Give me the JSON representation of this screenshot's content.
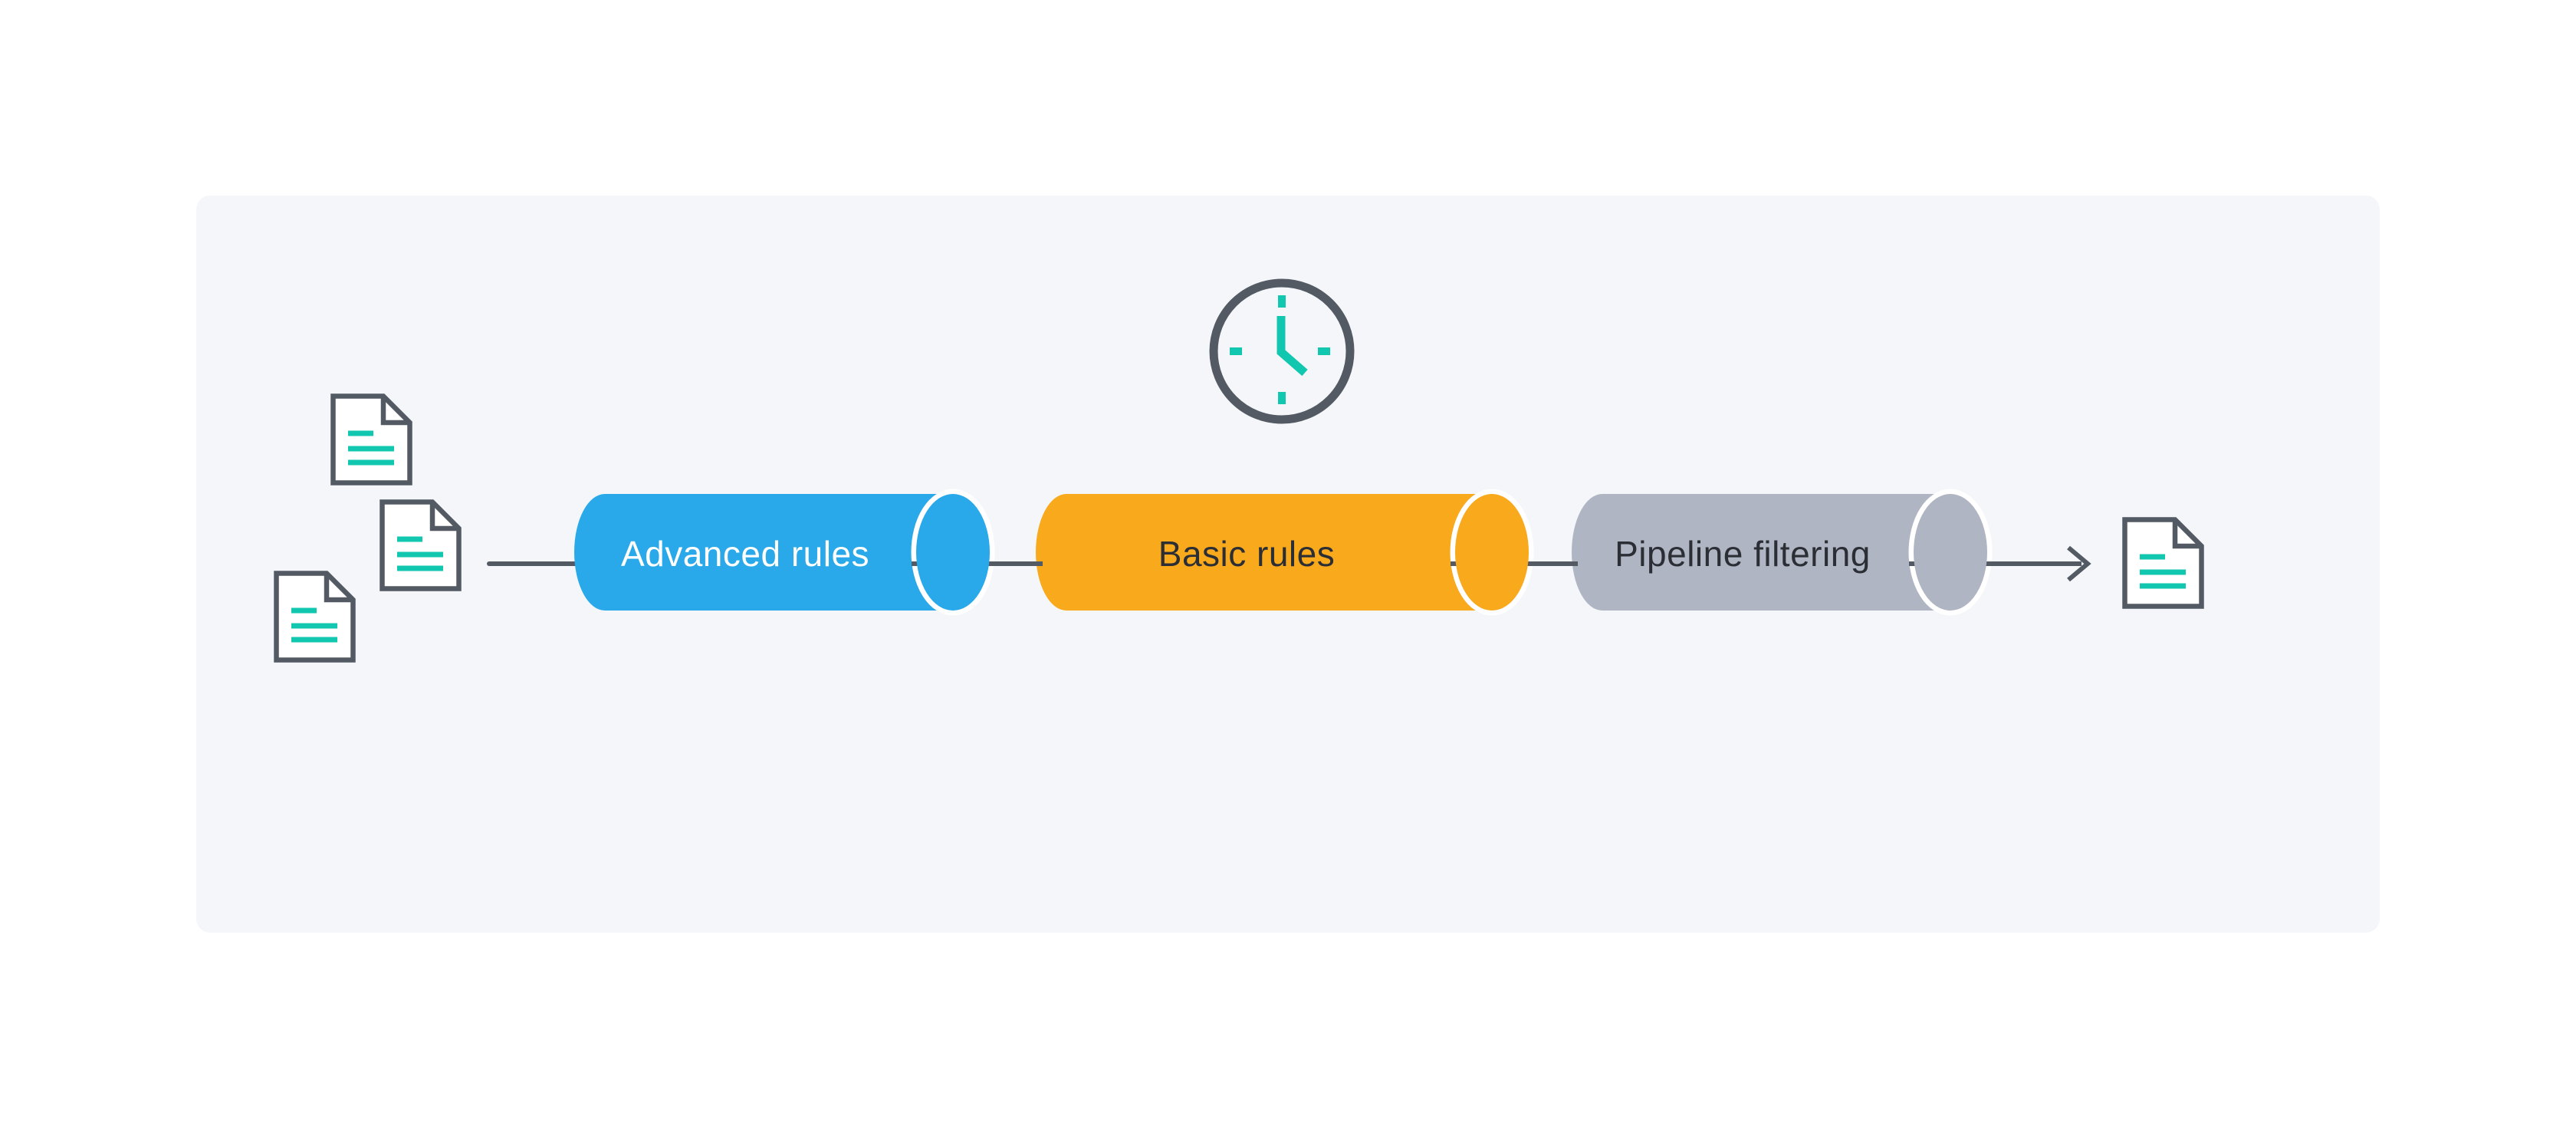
{
  "stages": [
    {
      "label": "Advanced rules",
      "fill": "#29A9EA",
      "text_color": "#FFFFFF"
    },
    {
      "label": "Basic rules",
      "fill": "#F8A91C",
      "text_color": "#2B2E35"
    },
    {
      "label": "Pipeline filtering",
      "fill": "#AFB5C2",
      "text_color": "#2B2E35"
    }
  ],
  "icons": {
    "clock": "clock-icon",
    "input_documents": [
      "document-icon",
      "document-icon",
      "document-icon"
    ],
    "output_document": "document-icon"
  },
  "palette": {
    "page_background": "#FFFFFF",
    "card_background": "#F4F6F9",
    "outline_slate": "#535A64",
    "accent_teal": "#12C7AF",
    "cap_divider": "#FFFFFF"
  }
}
